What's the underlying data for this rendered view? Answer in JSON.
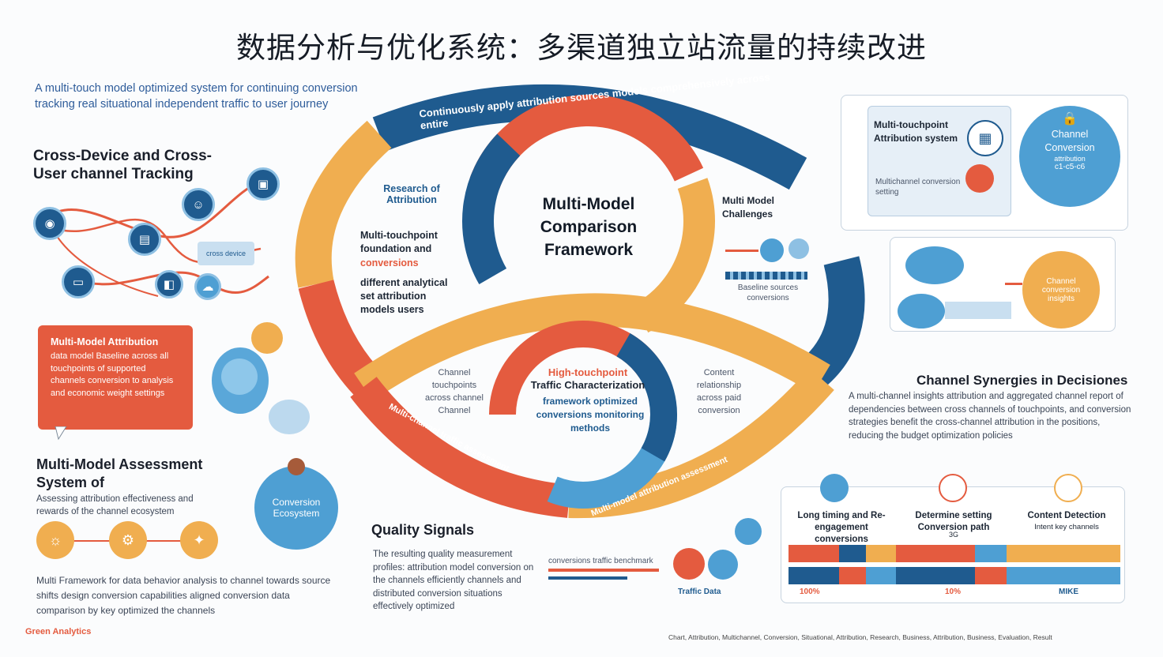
{
  "title": "数据分析与优化系统：多渠道独立站流量的持续改进",
  "intro": "A multi-touch model optimized system for continuing conversion tracking real situational independent traffic to user journey",
  "left": {
    "cross_device_heading": "Cross-Device and Cross-User channel Tracking",
    "mini_panel_label": "cross device",
    "orange_card_title": "Multi-Model Attribution",
    "orange_card_body": "data model Baseline across all touchpoints of supported channels conversion to analysis and economic weight settings",
    "assessment_heading": "Multi-Model Assessment System of",
    "assessment_sub": "Assessing attribution effectiveness and rewards of the channel ecosystem",
    "assessment_circle": "Conversion Ecosystem",
    "footnote": "Multi Framework for data behavior analysis to channel towards source shifts design conversion capabilities aligned conversion data comparison by key optimized the channels",
    "brand": "Green Analytics"
  },
  "center": {
    "outer_arc_text": "Continuously apply attribution sources models comprehensively across entire",
    "left_arc_label": "Research of Attribution",
    "left_text_1": "Multi-touchpoint foundation and",
    "left_text_2": "conversions",
    "left_text_3": "different analytical set attribution models users",
    "main_title": "Multi-Model Comparison Framework",
    "right_label": "Multi Model Challenges",
    "right_caption": "Baseline sources conversions",
    "inner_title_1": "High-touchpoint",
    "inner_title_2": "Traffic Characterization",
    "inner_body": "framework optimized conversions monitoring methods",
    "inner_left": "Channel touchpoints across channel Channel",
    "inner_right": "Content relationship across paid conversion",
    "bottom_arc_text": "Multi-channel traffic assessment",
    "bottom_arc_text2": "Multi-model attribution assessment",
    "quality_heading": "Quality Signals",
    "quality_body": "The resulting quality measurement profiles: attribution model conversion on the channels efficiently channels and distributed conversion situations effectively optimized",
    "quality_bar_label": "conversions traffic benchmark",
    "quality_icon_label": "Traffic Data"
  },
  "right": {
    "panel1_title": "Multi-touchpoint Attribution system",
    "panel1_caption": "Multichannel conversion setting",
    "lock_circle_title": "Channel Conversion",
    "lock_circle_sub": "attribution",
    "lock_circle_code": "c1-c5-c6",
    "panel2_circle": "Channel conversion insights",
    "synergy_heading": "Channel Synergies in Decisiones",
    "synergy_body": "A multi-channel insights attribution and aggregated channel report of dependencies between cross channels of touchpoints, and conversion strategies benefit the cross-channel attribution in the positions, reducing the budget optimization policies",
    "col1_title": "Long timing and Re-engagement conversions",
    "col2_title": "Determine setting Conversion path",
    "col2_sub": "3G",
    "col3_title": "Content Detection",
    "col3_sub": "Intent key channels",
    "col1_stat": "100%",
    "col2_stat": "10%",
    "col3_stat": "MIKE"
  },
  "bottom_credits": "Chart, Attribution, Multichannel, Conversion, Situational, Attribution, Research, Business, Attribution, Business, Evaluation, Result",
  "colors": {
    "orange": "#e45b3f",
    "navy": "#1f5b8f",
    "blue": "#4e9fd3",
    "yellow": "#f0ae50"
  }
}
